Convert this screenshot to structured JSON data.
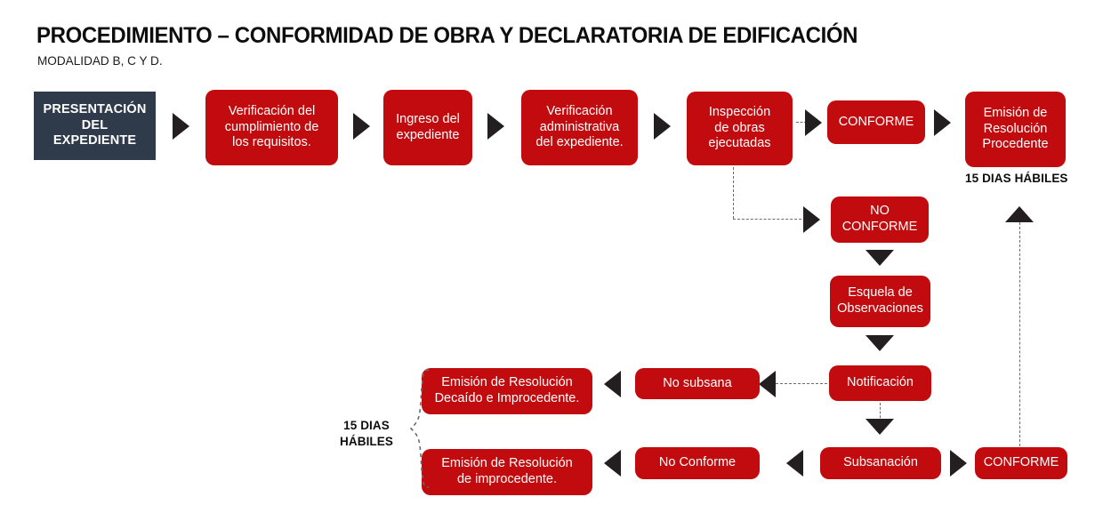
{
  "header": {
    "title": "PROCEDIMIENTO – CONFORMIDAD DE OBRA Y DECLARATORIA DE EDIFICACIÓN",
    "subtitle": "MODALIDAD B, C Y D."
  },
  "colors": {
    "node_red": "#C10B0E",
    "node_dark": "#2F3B4B",
    "arrow_black": "#231F20",
    "connector_gray": "#6B6B6B",
    "text_white": "#FFFFFF",
    "text_black": "#0D0D0D",
    "background": "#FFFFFF"
  },
  "nodes": [
    {
      "id": "presentacion",
      "label": "PRESENTACIÓN\nDEL\nEXPEDIENTE",
      "style": "dark"
    },
    {
      "id": "verif-requisitos",
      "label": "Verificación del\ncumplimiento de\nlos requisitos.",
      "style": "red"
    },
    {
      "id": "ingreso",
      "label": "Ingreso del\nexpediente",
      "style": "red"
    },
    {
      "id": "verif-admin",
      "label": "Verificación\nadministrativa\ndel expediente.",
      "style": "red"
    },
    {
      "id": "inspeccion",
      "label": "Inspección\nde obras\nejecutadas",
      "style": "red"
    },
    {
      "id": "conforme-top",
      "label": "CONFORME",
      "style": "red"
    },
    {
      "id": "emision-procedente",
      "label": "Emisión de\nResolución\nProcedente",
      "style": "red"
    },
    {
      "id": "no-conforme",
      "label": "NO\nCONFORME",
      "style": "red"
    },
    {
      "id": "esquela",
      "label": "Esquela de\nObservaciones",
      "style": "red"
    },
    {
      "id": "notificacion",
      "label": "Notificación",
      "style": "red"
    },
    {
      "id": "subsanacion",
      "label": "Subsanación",
      "style": "red"
    },
    {
      "id": "conforme-bottom",
      "label": "CONFORME",
      "style": "red"
    },
    {
      "id": "no-subsana",
      "label": "No subsana",
      "style": "red"
    },
    {
      "id": "no-conforme-bot",
      "label": "No Conforme",
      "style": "red"
    },
    {
      "id": "emision-decaido",
      "label": "Emisión de Resolución\nDecaído e Improcedente.",
      "style": "red"
    },
    {
      "id": "emision-improcedente",
      "label": "Emisión de Resolución\nde improcedente.",
      "style": "red"
    }
  ],
  "captions": {
    "plazo_procedente": "15 DIAS HÁBILES",
    "plazo_improcedente": "15 DIAS\nHÁBILES"
  },
  "edges": [
    {
      "from": "presentacion",
      "to": "verif-requisitos",
      "style": "solid-arrow",
      "dir": "right"
    },
    {
      "from": "verif-requisitos",
      "to": "ingreso",
      "style": "solid-arrow",
      "dir": "right"
    },
    {
      "from": "ingreso",
      "to": "verif-admin",
      "style": "solid-arrow",
      "dir": "right"
    },
    {
      "from": "verif-admin",
      "to": "inspeccion",
      "style": "solid-arrow",
      "dir": "right"
    },
    {
      "from": "inspeccion",
      "to": "conforme-top",
      "style": "dotted-arrow",
      "dir": "right"
    },
    {
      "from": "conforme-top",
      "to": "emision-procedente",
      "style": "solid-arrow",
      "dir": "right"
    },
    {
      "from": "inspeccion",
      "to": "no-conforme",
      "style": "dotted-elbow",
      "dir": "down-right"
    },
    {
      "from": "no-conforme",
      "to": "esquela",
      "style": "solid-arrow",
      "dir": "down"
    },
    {
      "from": "esquela",
      "to": "notificacion",
      "style": "solid-arrow",
      "dir": "down"
    },
    {
      "from": "notificacion",
      "to": "subsanacion",
      "style": "dotted-arrow",
      "dir": "down"
    },
    {
      "from": "notificacion",
      "to": "no-subsana",
      "style": "dotted-arrow",
      "dir": "left"
    },
    {
      "from": "no-subsana",
      "to": "emision-decaido",
      "style": "solid-arrow",
      "dir": "left"
    },
    {
      "from": "subsanacion",
      "to": "conforme-bottom",
      "style": "solid-arrow",
      "dir": "right"
    },
    {
      "from": "subsanacion",
      "to": "no-conforme-bot",
      "style": "solid-arrow",
      "dir": "left"
    },
    {
      "from": "no-conforme-bot",
      "to": "emision-improcedente",
      "style": "solid-arrow",
      "dir": "left"
    },
    {
      "from": "conforme-bottom",
      "to": "emision-procedente",
      "style": "dotted-arrow",
      "dir": "up"
    }
  ]
}
